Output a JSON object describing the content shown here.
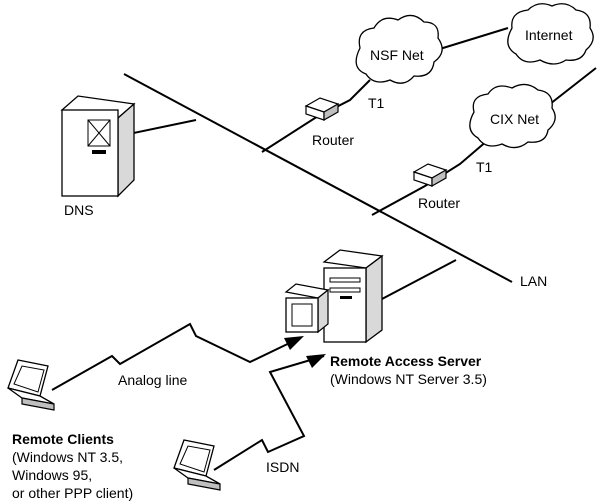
{
  "labels": {
    "nsf_net": "NSF Net",
    "internet": "Internet",
    "cix_net": "CIX Net",
    "t1_upper": "T1",
    "t1_lower": "T1",
    "router_upper": "Router",
    "router_lower": "Router",
    "dns": "DNS",
    "lan": "LAN",
    "ras_title": "Remote Access Server",
    "ras_subtitle": "(Windows NT Server 3.5)",
    "analog_line": "Analog line",
    "isdn": "ISDN",
    "remote_clients_title": "Remote Clients",
    "remote_clients_line1": "(Windows NT 3.5,",
    "remote_clients_line2": "Windows 95,",
    "remote_clients_line3": "or other PPP client)"
  },
  "icons": {
    "dns_server": "dns-server-icon",
    "router": "router-icon",
    "cloud": "cloud-icon",
    "ras_server": "server-tower-icon",
    "monitor": "monitor-icon",
    "laptop": "laptop-icon",
    "arrow": "arrowhead-icon"
  }
}
